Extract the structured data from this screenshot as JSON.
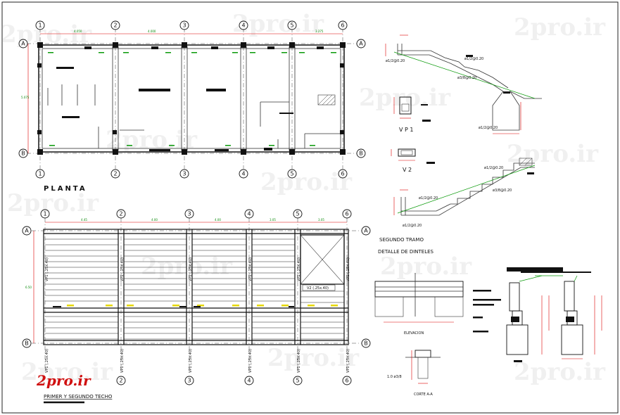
{
  "titles": {
    "planta": "PLANTA",
    "techo": "PRIMER Y SEGUNDO TECHO",
    "segundo_tramo": "SEGUNDO TRAMO",
    "detalle_dinteles": "DETALLE   DE   DINTELES",
    "vp1": "V P 1",
    "v2": "V 2",
    "elevacion": "ELEVACION",
    "corte": "CORTE A-A",
    "v2_beam": "V2 (.25x.40)",
    "vp1_beam": "VP1 (.25x.40)"
  },
  "brand": "2pro.ir",
  "watermark": "2pro.ir",
  "axes": {
    "columns": [
      "1",
      "2",
      "3",
      "4",
      "5",
      "6"
    ],
    "rows": [
      "A",
      "B"
    ]
  },
  "dimensions": {
    "top_spans": [
      "4.050",
      "4.000",
      "3.275"
    ],
    "side": "5.075",
    "techo_spans": [
      "4.45",
      "4.00",
      "4.00",
      "3.05",
      "3.05"
    ],
    "techo_side": "6.50"
  }
}
